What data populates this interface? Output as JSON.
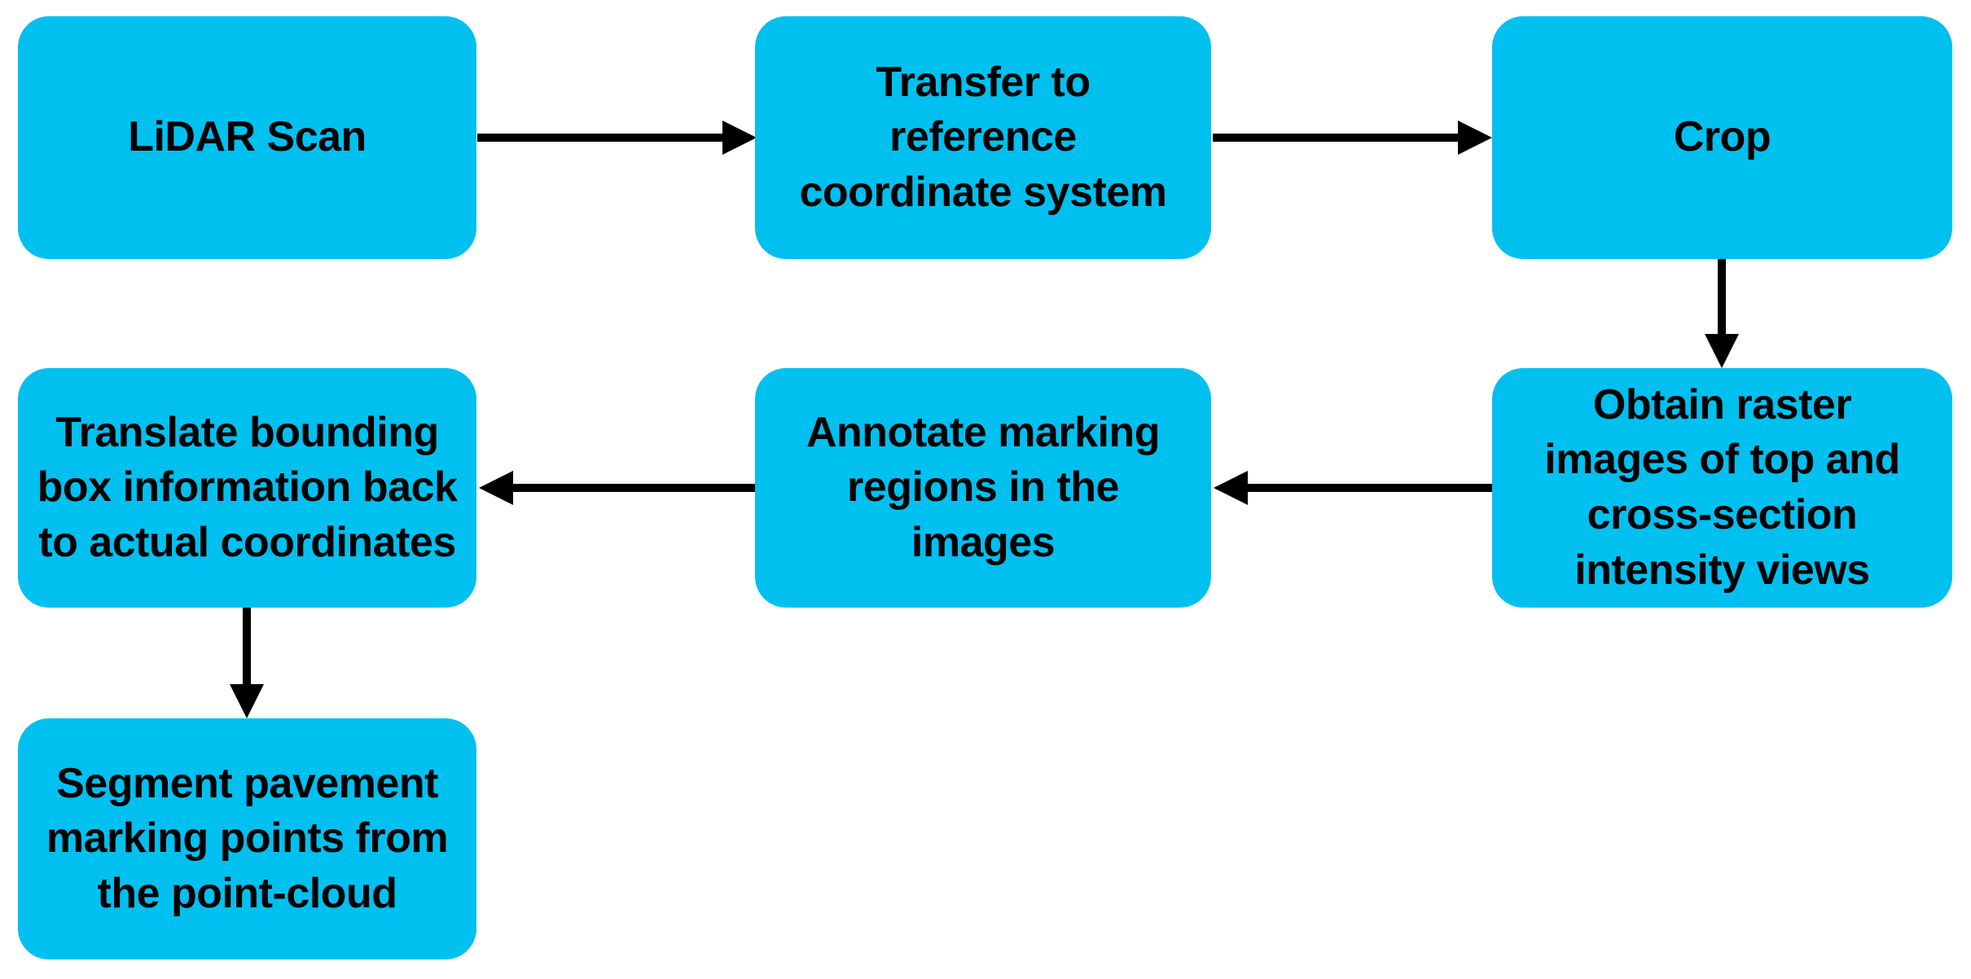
{
  "diagram": {
    "type": "flowchart",
    "background_color": "#ffffff",
    "node_fill": "#00C0F0",
    "node_text_color": "#000000",
    "arrow_color": "#000000",
    "nodes": [
      {
        "id": "lidar-scan",
        "label": "LiDAR Scan"
      },
      {
        "id": "transfer",
        "label": "Transfer to\nreference\ncoordinate system"
      },
      {
        "id": "crop",
        "label": "Crop"
      },
      {
        "id": "obtain-raster",
        "label": "Obtain raster\nimages of top and\ncross-section\nintensity views"
      },
      {
        "id": "annotate",
        "label": "Annotate marking\nregions in the\nimages"
      },
      {
        "id": "translate",
        "label": "Translate bounding\nbox information back\nto actual coordinates"
      },
      {
        "id": "segment",
        "label": "Segment pavement\nmarking points from\nthe point-cloud"
      }
    ],
    "edges": [
      {
        "from": "lidar-scan",
        "to": "transfer"
      },
      {
        "from": "transfer",
        "to": "crop"
      },
      {
        "from": "crop",
        "to": "obtain-raster"
      },
      {
        "from": "obtain-raster",
        "to": "annotate"
      },
      {
        "from": "annotate",
        "to": "translate"
      },
      {
        "from": "translate",
        "to": "segment"
      }
    ]
  }
}
